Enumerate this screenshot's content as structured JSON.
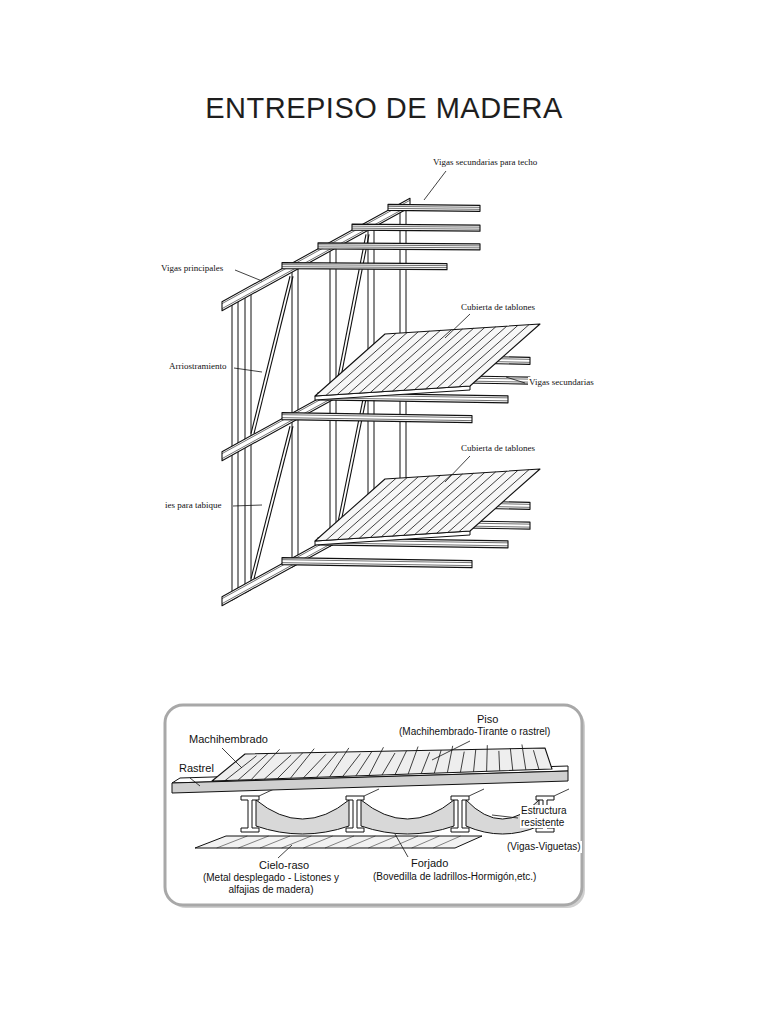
{
  "diagram": {
    "title": "ENTREPISO DE MADERA",
    "labels": [
      "Vigas secundarias para techo",
      "Vigas principales",
      "Cubierta de tablones",
      "Arriostramiento",
      "Vigas secundarias",
      "Cubierta de tablones",
      "ies para tabique",
      "Machihembrado",
      "Piso",
      "(Machihembrado-Tirante o rastrel)",
      "Rastrel",
      "Estructura resistente",
      "(Vigas-Viguetas)",
      "Cielo-raso",
      "(Metal desplegado - Listones y alfajias de madera)",
      "Forjado",
      "(Bovedilla de ladrillos-Hormigón,etc.)"
    ]
  }
}
